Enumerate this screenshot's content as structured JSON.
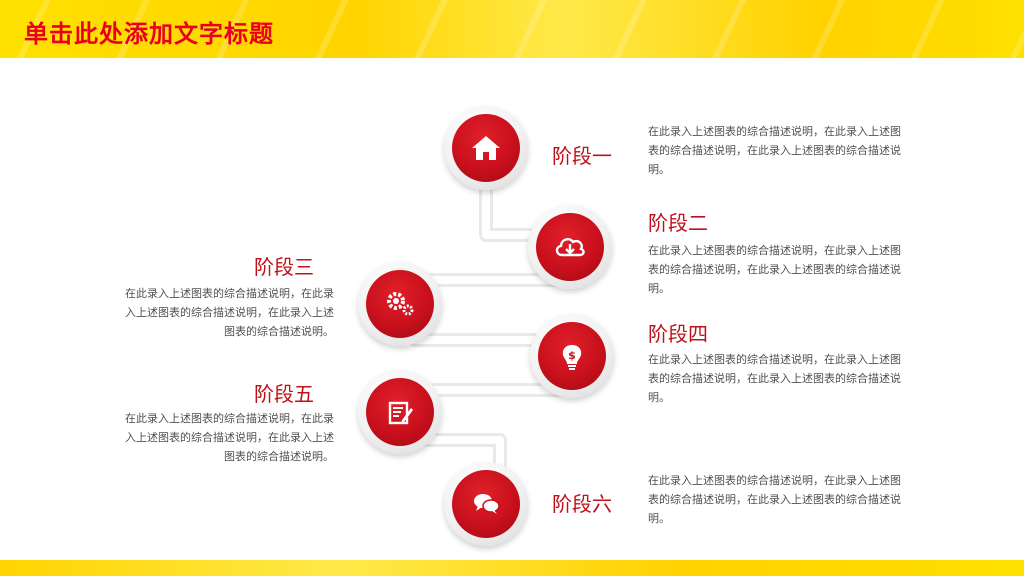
{
  "header": {
    "title": "单击此处添加文字标题"
  },
  "stages": [
    {
      "label": "阶段一",
      "icon": "home-icon",
      "desc": "在此录入上述图表的综合描述说明，在此录入上述图表的综合描述说明，在此录入上述图表的综合描述说明。"
    },
    {
      "label": "阶段二",
      "icon": "cloud-download-icon",
      "desc": "在此录入上述图表的综合描述说明，在此录入上述图表的综合描述说明，在此录入上述图表的综合描述说明。"
    },
    {
      "label": "阶段三",
      "icon": "gears-icon",
      "desc_lines": [
        "在此录入上述图表的综合描述说明，在此录",
        "入上述图表的综合描述说明，在此录入上述",
        "图表的综合描述说明。"
      ]
    },
    {
      "label": "阶段四",
      "icon": "lightbulb-dollar-icon",
      "desc": "在此录入上述图表的综合描述说明，在此录入上述图表的综合描述说明，在此录入上述图表的综合描述说明。"
    },
    {
      "label": "阶段五",
      "icon": "note-pencil-icon",
      "desc_lines": [
        "在此录入上述图表的综合描述说明，在此录",
        "入上述图表的综合描述说明，在此录入上述",
        "图表的综合描述说明。"
      ]
    },
    {
      "label": "阶段六",
      "icon": "chat-bubbles-icon",
      "desc": "在此录入上述图表的综合描述说明，在此录入上述图表的综合描述说明，在此录入上述图表的综合描述说明。"
    }
  ],
  "colors": {
    "accent": "#c8101c",
    "header_bg": "#ffd800",
    "title": "#e8001c"
  }
}
